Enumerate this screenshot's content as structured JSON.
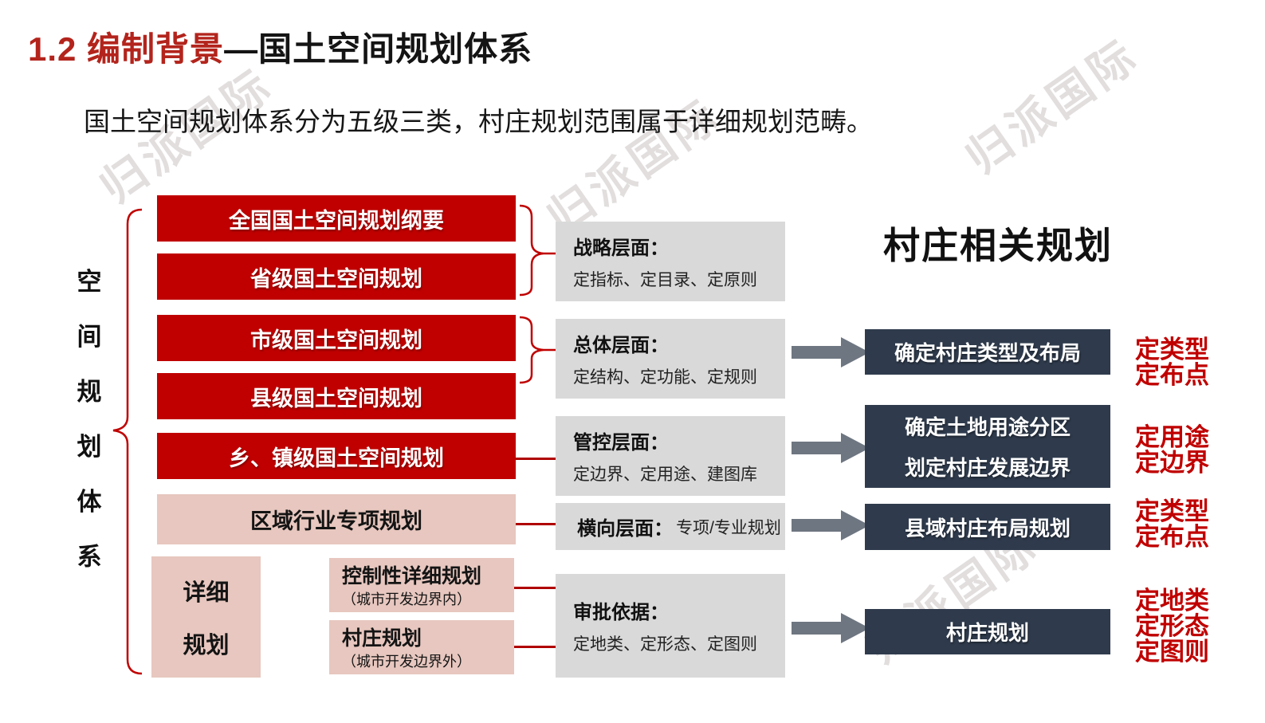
{
  "header": {
    "title_red": "1.2 编制背景",
    "title_black": "—国土空间规划体系",
    "subtitle": "国土空间规划体系分为五级三类，村庄规划范围属于详细规划范畴。"
  },
  "watermark": {
    "text": "归派国际"
  },
  "axis": {
    "chars": [
      "空",
      "间",
      "规",
      "划",
      "体",
      "系"
    ]
  },
  "plan_boxes": {
    "national": "全国国土空间规划纲要",
    "provincial": "省级国土空间规划",
    "municipal": "市级国土空间规划",
    "county": "县级国土空间规划",
    "township": "乡、镇级国土空间规划",
    "regional_special": "区域行业专项规划",
    "detailed_line1": "详细",
    "detailed_line2": "规划",
    "regulatory_title": "控制性详细规划",
    "regulatory_note": "（城市开发边界内）",
    "village_title": "村庄规划",
    "village_note": "（城市开发边界外）"
  },
  "layers": [
    {
      "title": "战略层面：",
      "desc": "定指标、定目录、定原则"
    },
    {
      "title": "总体层面：",
      "desc": "定结构、定功能、定规则"
    },
    {
      "title": "管控层面：",
      "desc": "定边界、定用途、建图库"
    },
    {
      "title": "横向层面：",
      "desc": "专项/专业规划"
    },
    {
      "title": "审批依据：",
      "desc": "定地类、定形态、定图则"
    }
  ],
  "village_panel": {
    "title": "村庄相关规划",
    "boxes": [
      {
        "line1": "确定村庄类型及布局"
      },
      {
        "line1": "确定土地用途分区",
        "line2": "划定村庄发展边界"
      },
      {
        "line1": "县域村庄布局规划"
      },
      {
        "line1": "村庄规划"
      }
    ],
    "notes": [
      [
        "定类型",
        "定布点"
      ],
      [
        "定用途",
        "定边界"
      ],
      [
        "定类型",
        "定布点"
      ],
      [
        "定地类",
        "定形态",
        "定图则"
      ]
    ]
  },
  "colors": {
    "box_red": "#c00000",
    "box_pink": "#e7c7bf",
    "box_gray": "#d9d9d9",
    "box_dark": "#2f3b4d",
    "arrow_gray": "#6e7681",
    "note_red": "#c00000",
    "title_red": "#b3241c"
  }
}
